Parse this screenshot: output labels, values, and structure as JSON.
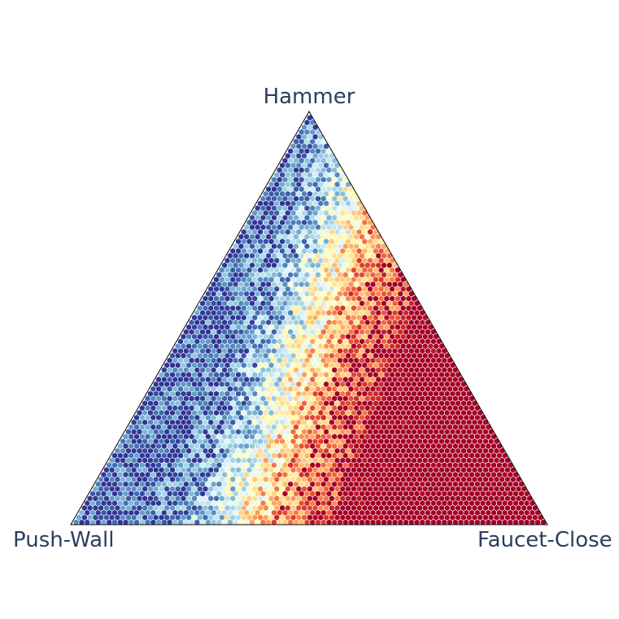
{
  "chart_data": {
    "type": "heatmap",
    "subtype": "ternary-hexbin",
    "title": "",
    "vertices": {
      "top": "Hammer",
      "left": "Push-Wall",
      "right": "Faucet-Close"
    },
    "legend": "none",
    "grid": false,
    "colorscale": [
      "#313695",
      "#4575b4",
      "#74add1",
      "#abd9e9",
      "#e0f3f8",
      "#ffffbf",
      "#fee090",
      "#fdae61",
      "#f46d43",
      "#d73027",
      "#a50026"
    ],
    "cell_outline": "#ffffff",
    "frame_color": "#000000",
    "value_range": [
      0,
      1
    ],
    "field_description_points": [
      {
        "hammer": 1.0,
        "push_wall": 0.0,
        "faucet_close": 0.0,
        "value": 0.25
      },
      {
        "hammer": 0.6,
        "push_wall": 0.35,
        "faucet_close": 0.05,
        "value": 0.3
      },
      {
        "hammer": 0.5,
        "push_wall": 0.2,
        "faucet_close": 0.3,
        "value": 0.55
      },
      {
        "hammer": 0.3,
        "push_wall": 0.3,
        "faucet_close": 0.4,
        "value": 0.7
      },
      {
        "hammer": 0.3,
        "push_wall": 0.1,
        "faucet_close": 0.6,
        "value": 1.0
      },
      {
        "hammer": 0.1,
        "push_wall": 0.5,
        "faucet_close": 0.4,
        "value": 0.75
      },
      {
        "hammer": 0.0,
        "push_wall": 0.6,
        "faucet_close": 0.4,
        "value": 0.75
      },
      {
        "hammer": 0.05,
        "push_wall": 0.9,
        "faucet_close": 0.05,
        "value": 0.25
      },
      {
        "hammer": 0.0,
        "push_wall": 0.0,
        "faucet_close": 1.0,
        "value": 1.0
      }
    ]
  }
}
